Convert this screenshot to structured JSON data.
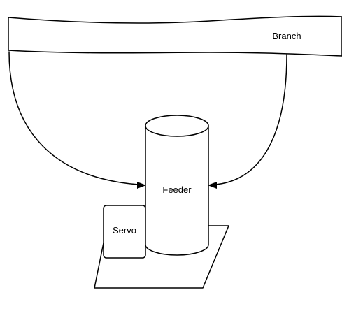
{
  "diagram": {
    "labels": {
      "branch": "Branch",
      "feeder": "Feeder",
      "servo": "Servo"
    },
    "colors": {
      "stroke": "#000000",
      "fill": "#ffffff"
    },
    "connections": [
      {
        "from": "branch",
        "to": "feeder",
        "side": "left"
      },
      {
        "from": "branch",
        "to": "feeder",
        "side": "right"
      }
    ]
  }
}
